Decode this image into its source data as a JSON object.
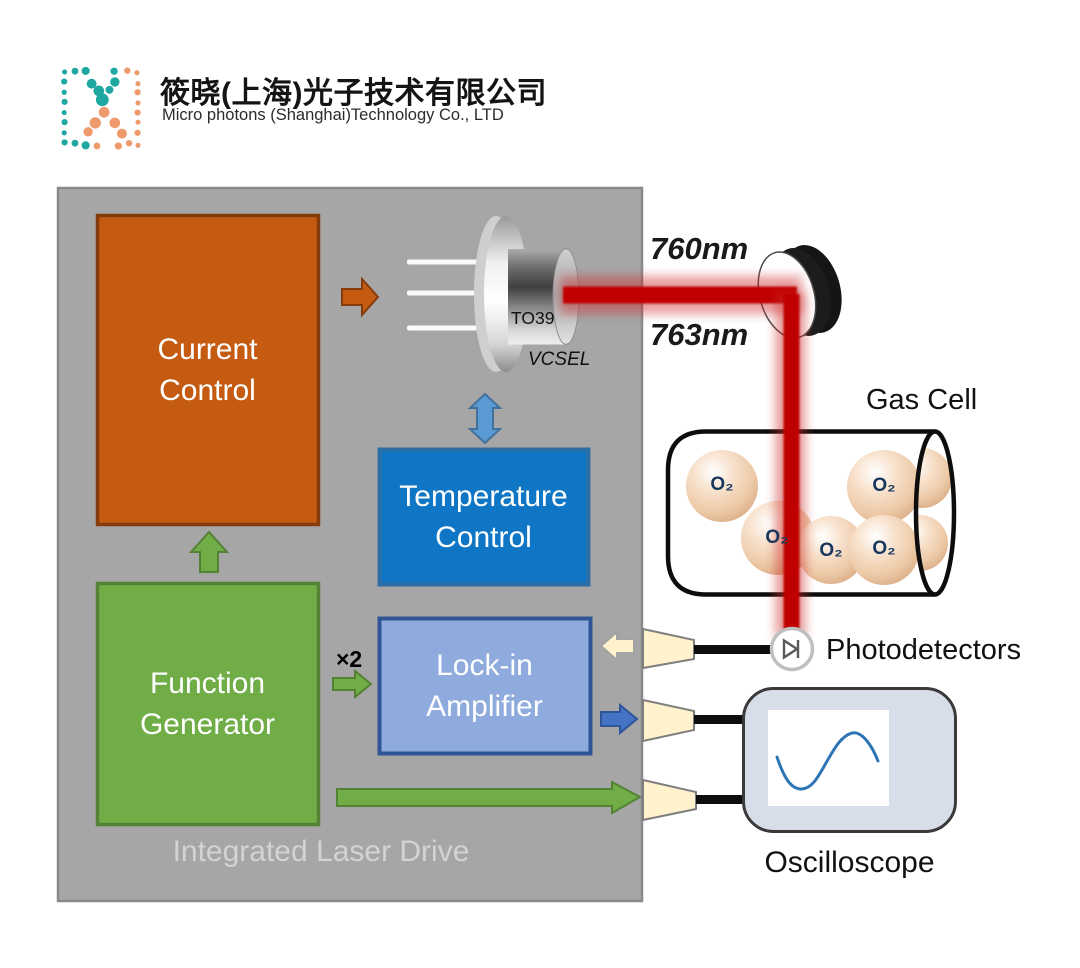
{
  "company": {
    "name_cn": "筱晓(上海)光子技术有限公司",
    "name_en": "Micro photons (Shanghai)Technology Co., LTD"
  },
  "panel": {
    "label": "Integrated Laser Drive"
  },
  "blocks": {
    "current_control": "Current\nControl",
    "temperature_control": "Temperature\nControl",
    "function_generator": "Function\nGenerator",
    "lockin_amplifier": "Lock-in\nAmplifier"
  },
  "laser": {
    "package": "TO39",
    "type": "VCSEL",
    "wavelength_top": "760nm",
    "wavelength_bottom": "763nm"
  },
  "annotations": {
    "multiplier": "×2",
    "gas_cell": "Gas Cell",
    "photodetectors": "Photodetectors",
    "oscilloscope": "Oscilloscope",
    "molecule": "O₂",
    "molecule_count": 5
  },
  "colors": {
    "panel_gray": "#A6A6A6",
    "current_control_fill": "#C55A11",
    "current_control_border": "#843C0C",
    "green_fill": "#70AD47",
    "green_border": "#548235",
    "temperature_fill": "#0E76C4",
    "lockin_fill": "#8FAADC",
    "lockin_border": "#2F5597",
    "cream_fill": "#FFF2CC",
    "blue_arrow_fill": "#4472C4",
    "double_arrow_fill": "#5B9BD5",
    "laser_red": "#C00000",
    "scope_fill": "#D8DEE9",
    "sine_blue": "#2E75B6",
    "molecule_fill": "#EDC9A6",
    "logo_teal": "#1FA8A2",
    "logo_orange": "#EF9A6C"
  }
}
